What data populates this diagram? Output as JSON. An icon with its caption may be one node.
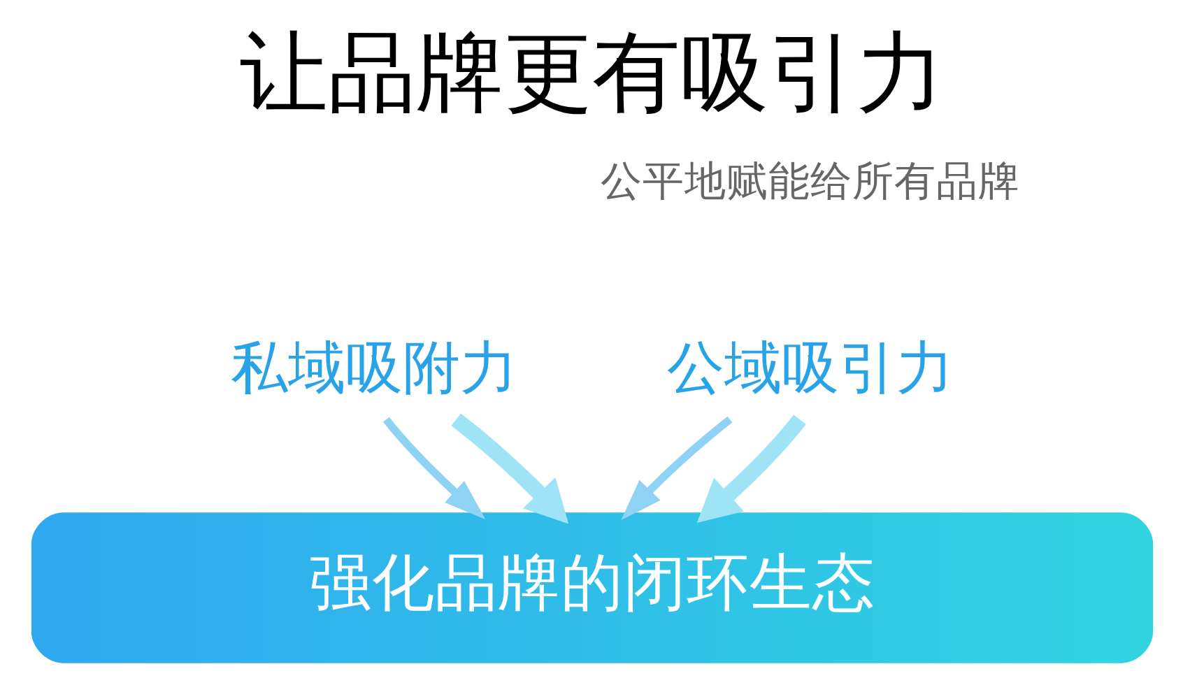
{
  "diagram": {
    "title": "让品牌更有吸引力",
    "nodes": [
      {
        "text": [
          "公域吸引力"
        ]
      },
      {
        "text": [
          "强化品牌的闭环生态"
        ]
      },
      {
        "text": [
          "私域吸附力"
        ]
      }
    ],
    "edges": [
      {
        "from": 0,
        "to": 1,
        "arrow": "to"
      },
      {
        "from": 0,
        "to": 1,
        "arrow": "to",
        "style": "thick",
        "color": "#9fe3f7"
      },
      {
        "from": 2,
        "to": 1,
        "arrow": "to"
      },
      {
        "from": 2,
        "to": 1,
        "arrow": "to",
        "style": "thick",
        "color": "#9fe3f7"
      }
    ],
    "labels": [
      "公平地赋能给所有品牌"
    ]
  }
}
